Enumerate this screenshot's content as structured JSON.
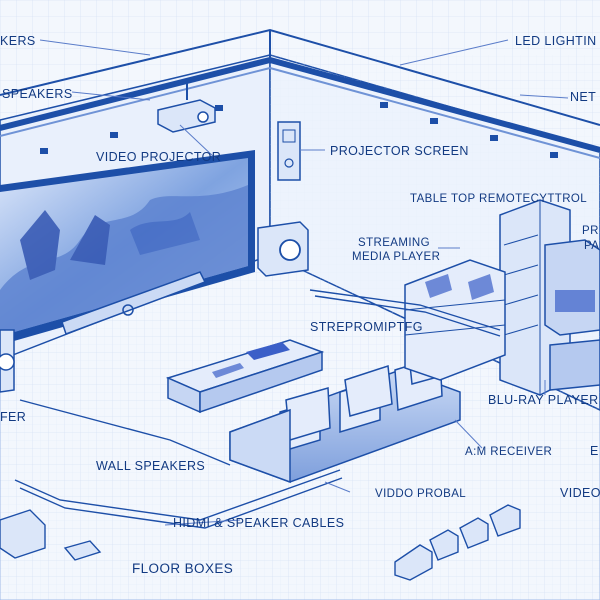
{
  "labels": {
    "speakers_top": "KERS",
    "speakers": "SPEAKERS",
    "led_lighting": "LED LIGHTIN",
    "network": "NET",
    "video_projector": "VIDEO PROJECTOR",
    "projector_screen": "PROJECTOR SCREEN",
    "table_top_remote": "TABLE TOP REMOTECYTTROL",
    "streaming_line1": "STREAMING",
    "streaming_line2": "MEDIA PLAYER",
    "pr_line1": "PR",
    "pr_line2": "PA",
    "strepromiptfg": "STREPROMIPTFG",
    "subwoofer": "FER",
    "bluray": "BLU-RAY PLAYER",
    "av_receiver": "A:M RECEIVER",
    "e_label": "E",
    "wall_speakers": "WALL SPEAKERS",
    "viddo_probal": "VIDDO PROBAL",
    "video_s": "VIDEO S",
    "hdmi_cables": "HIDMI & SPEAKER CABLES",
    "floor_boxes": "FLOOR BOXES"
  },
  "colors": {
    "ink": "#1d4fa8",
    "ink_light": "#6f93d6",
    "grid": "#c9d8f2",
    "label": "#123a82",
    "accent": "#3b5fc8",
    "paper": "#f3f7fd"
  }
}
